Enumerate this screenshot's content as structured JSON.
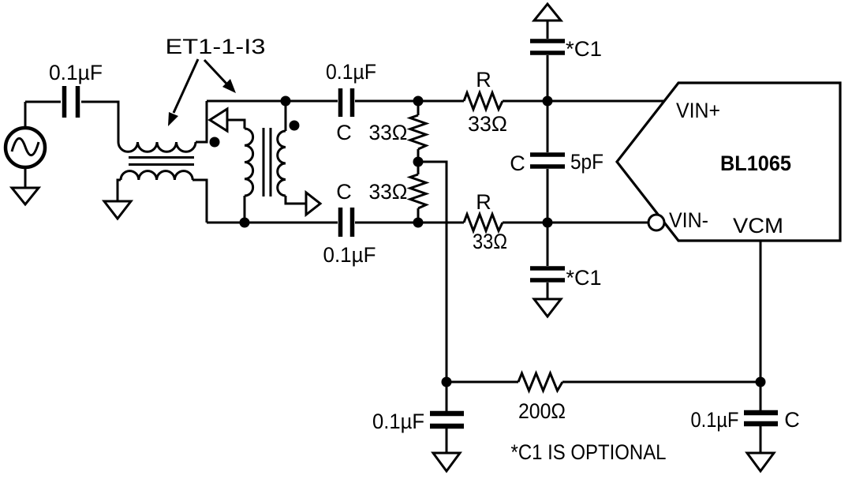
{
  "schematic": {
    "chip": {
      "name": "BL1065",
      "pin_vin_plus": "VIN+",
      "pin_vin_minus": "VIN-",
      "pin_vcm": "VCM"
    },
    "labels": {
      "input_cap": "0.1µF",
      "transformer": "ET1-1-I3",
      "series_cap_top": "0.1µF",
      "series_cap_top_ref": "C",
      "series_cap_bottom": "0.1µF",
      "series_cap_bottom_ref": "C",
      "term_res_top": "33Ω",
      "term_res_bottom": "33Ω",
      "series_res_top_ref": "R",
      "series_res_top_val": "33Ω",
      "series_res_bottom_ref": "R",
      "series_res_bottom_val": "33Ω",
      "opt_cap_top": "*C1",
      "opt_cap_bottom": "*C1",
      "diff_cap_ref": "C",
      "diff_cap_val": "5pF",
      "vcm_res": "200Ω",
      "bypass_left": "0.1µF",
      "bypass_right": "0.1µF",
      "bypass_right_ref": "C",
      "note": "*C1 IS OPTIONAL"
    },
    "colors": {
      "ink": "#000000",
      "paper": "#ffffff"
    }
  }
}
